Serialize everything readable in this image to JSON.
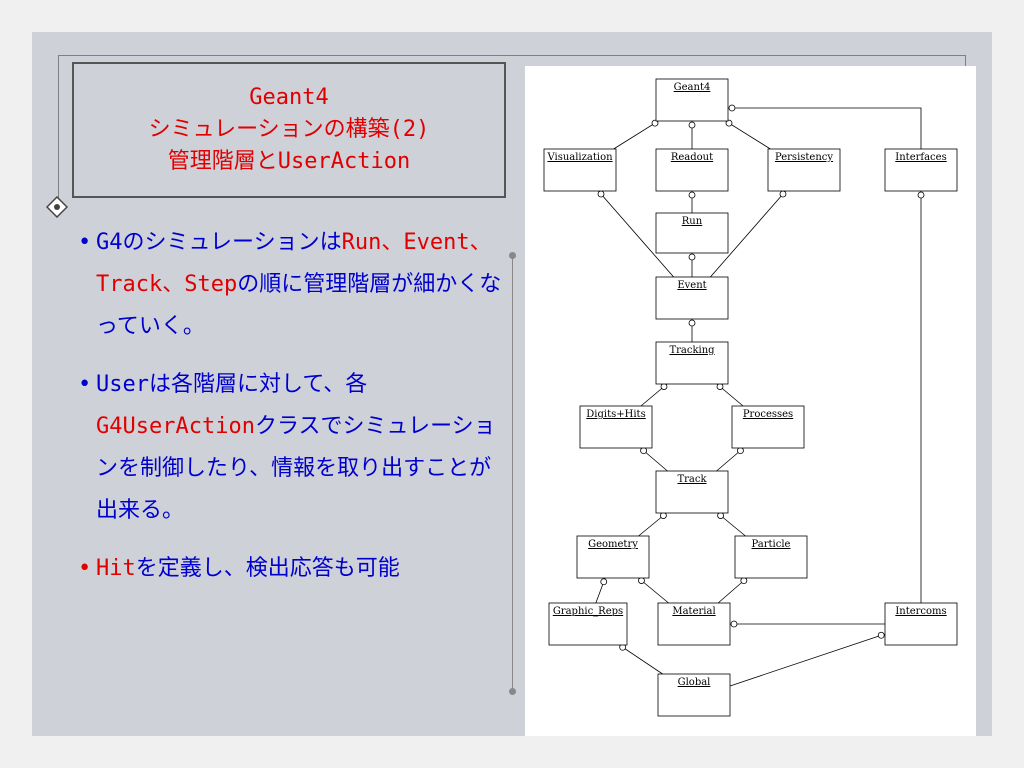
{
  "title": {
    "line1": "Geant4",
    "line2": "シミュレーションの構築(2)",
    "line3": "管理階層とUserAction"
  },
  "bullets": [
    {
      "marker": "•",
      "parts": [
        {
          "text": "G4のシミュレーションは",
          "color": "blue"
        },
        {
          "text": "Run、Event、Track、Step",
          "color": "red"
        },
        {
          "text": "の順に管理階層が細かくなっていく。",
          "color": "blue"
        }
      ]
    },
    {
      "marker": "•",
      "parts": [
        {
          "text": "Userは各階層に対して、各",
          "color": "blue"
        },
        {
          "text": "G4UserAction",
          "color": "red"
        },
        {
          "text": "クラスでシミュレーションを制御したり、情報を取り出すことが出来る。",
          "color": "blue"
        }
      ]
    },
    {
      "marker": "•",
      "marker_color": "red",
      "parts": [
        {
          "text": "Hit",
          "color": "red"
        },
        {
          "text": "を定義し、検出応答も可能",
          "color": "blue"
        }
      ]
    }
  ],
  "colors": {
    "red": "#e00000",
    "blue": "#0000cc"
  },
  "diagram": {
    "nodes": [
      {
        "id": "geant4",
        "label": "Geant4"
      },
      {
        "id": "visualization",
        "label": "Visualization"
      },
      {
        "id": "readout",
        "label": "Readout"
      },
      {
        "id": "persistency",
        "label": "Persistency"
      },
      {
        "id": "interfaces",
        "label": "Interfaces"
      },
      {
        "id": "run",
        "label": "Run"
      },
      {
        "id": "event",
        "label": "Event"
      },
      {
        "id": "tracking",
        "label": "Tracking"
      },
      {
        "id": "digitshits",
        "label": "Digits+Hits"
      },
      {
        "id": "processes",
        "label": "Processes"
      },
      {
        "id": "track",
        "label": "Track"
      },
      {
        "id": "geometry",
        "label": "Geometry"
      },
      {
        "id": "particle",
        "label": "Particle"
      },
      {
        "id": "graphicreps",
        "label": "Graphic_Reps"
      },
      {
        "id": "material",
        "label": "Material"
      },
      {
        "id": "intercoms",
        "label": "Intercoms"
      },
      {
        "id": "global",
        "label": "Global"
      }
    ],
    "edges": [
      [
        "geant4",
        "visualization"
      ],
      [
        "geant4",
        "readout"
      ],
      [
        "geant4",
        "persistency"
      ],
      [
        "geant4",
        "interfaces"
      ],
      [
        "visualization",
        "event"
      ],
      [
        "readout",
        "run"
      ],
      [
        "persistency",
        "event"
      ],
      [
        "run",
        "event"
      ],
      [
        "interfaces",
        "intercoms"
      ],
      [
        "event",
        "tracking"
      ],
      [
        "tracking",
        "digitshits"
      ],
      [
        "tracking",
        "processes"
      ],
      [
        "digitshits",
        "track"
      ],
      [
        "processes",
        "track"
      ],
      [
        "track",
        "geometry"
      ],
      [
        "track",
        "particle"
      ],
      [
        "geometry",
        "graphicreps"
      ],
      [
        "geometry",
        "material"
      ],
      [
        "particle",
        "material"
      ],
      [
        "material",
        "intercoms"
      ],
      [
        "graphicreps",
        "global"
      ],
      [
        "intercoms",
        "global"
      ]
    ]
  }
}
